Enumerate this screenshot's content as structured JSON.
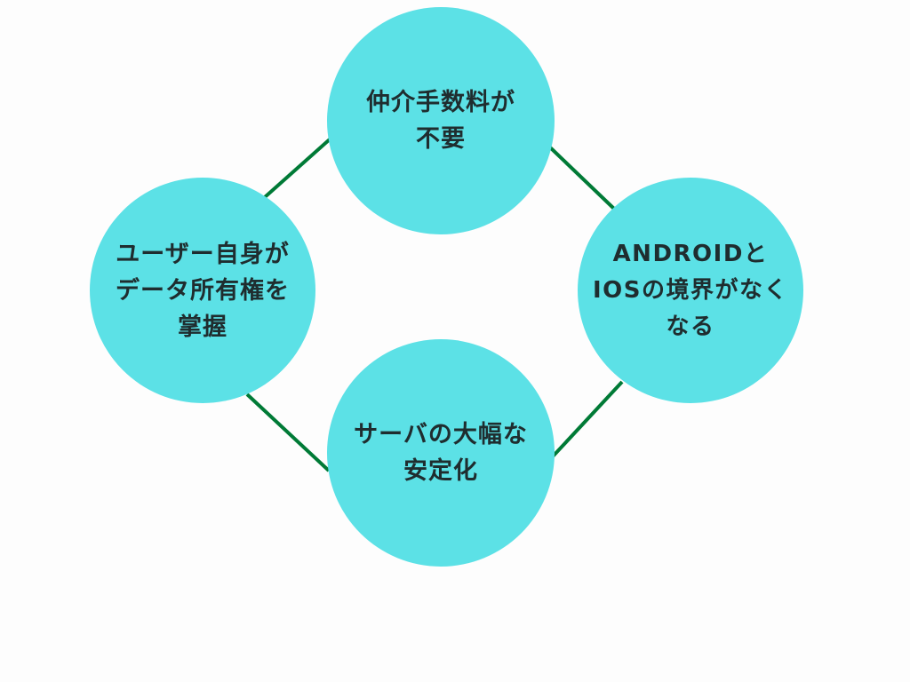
{
  "colors": {
    "node_fill": "#5ce1e6",
    "connector": "#007a36",
    "text": "#1f2d2f",
    "background": "#fdfdfd"
  },
  "nodes": {
    "top": {
      "label": "仲介手数料が\n不要"
    },
    "left": {
      "label": "ユーザー自身が\nデータ所有権を\n掌握"
    },
    "right": {
      "label": "ANDROIDと\nIOSの境界がなく\nなる"
    },
    "bottom": {
      "label": "サーバの大幅な\n安定化"
    }
  }
}
